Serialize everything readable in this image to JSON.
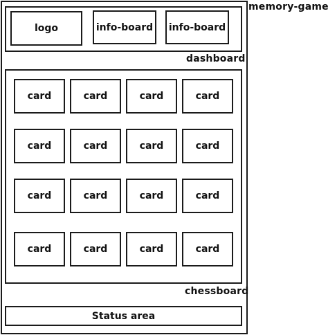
{
  "app_title": "memory-game",
  "dashboard": {
    "label": "dashboard",
    "logo": "logo",
    "info_boards": [
      "info-board",
      "info-board"
    ]
  },
  "chessboard": {
    "label": "chessboard",
    "card_label": "card",
    "rows": 4,
    "cols": 4
  },
  "status": {
    "label": "Status area"
  }
}
